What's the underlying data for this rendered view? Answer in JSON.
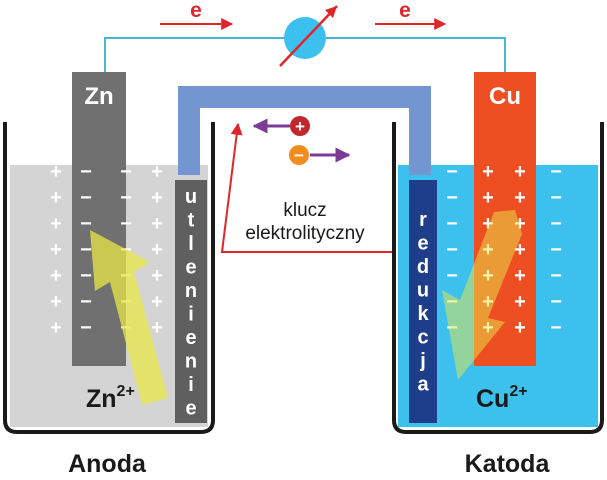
{
  "electron_left": "e",
  "electron_right": "e",
  "anode_metal": "Zn",
  "cathode_metal": "Cu",
  "anode_ion": "Zn",
  "anode_ion_charge": "2+",
  "cathode_ion": "Cu",
  "cathode_ion_charge": "2+",
  "oxidation_letters": [
    "u",
    "t",
    "l",
    "e",
    "n",
    "i",
    "e",
    "n",
    "i",
    "e"
  ],
  "reduction_letters": [
    "r",
    "e",
    "d",
    "u",
    "k",
    "c",
    "j",
    "a"
  ],
  "salt_bridge_label": [
    "klucz",
    "elektrolityczny"
  ],
  "anode_label": "Anoda",
  "cathode_label": "Katoda",
  "plus_sign": "+",
  "minus_sign": "−",
  "colors": {
    "wire": "#49b4d6",
    "zinc_electrode": "#707070",
    "copper_electrode": "#ee4f22",
    "anode_solution": "#d4d4d4",
    "cathode_solution": "#3cc0ee",
    "salt_bridge": "#7496d0",
    "arrow_red": "#e0262b",
    "arrow_purple": "#7c3b96",
    "cation": "#c1272d",
    "anion": "#f28c1e",
    "reduction_band": "#1f3e8a",
    "oxidation_band": "#5f5f5f",
    "flow_arrow": "#e8e84a"
  }
}
